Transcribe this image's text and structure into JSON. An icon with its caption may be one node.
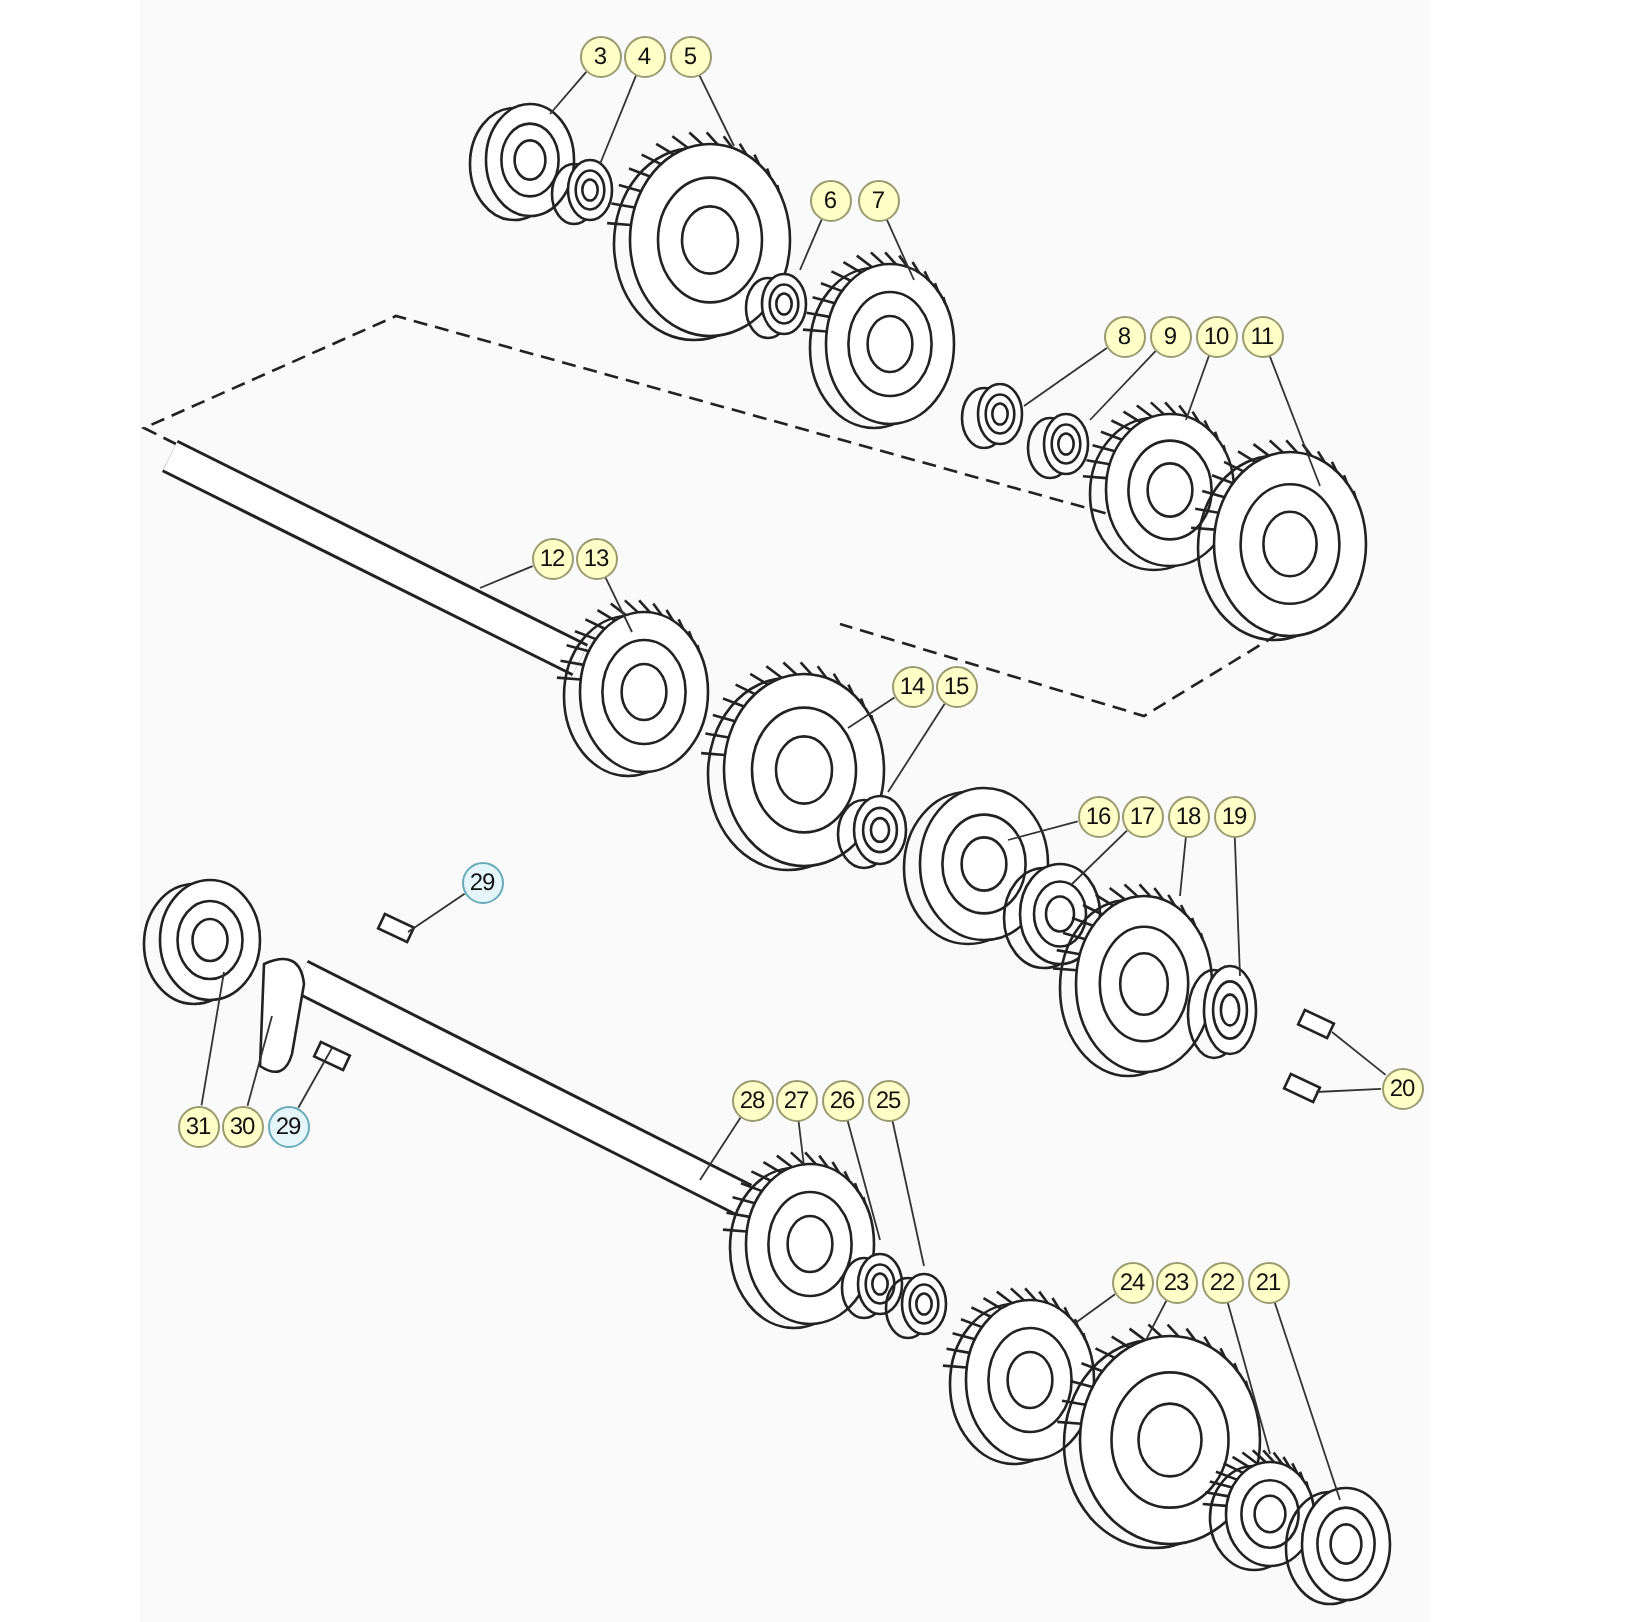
{
  "diagram": {
    "nodes": [
      {
        "text": [
          "3"
        ]
      },
      {
        "text": [
          "4"
        ]
      },
      {
        "text": [
          "5"
        ]
      },
      {
        "text": [
          "6"
        ]
      },
      {
        "text": [
          "7"
        ]
      },
      {
        "text": [
          "8"
        ]
      },
      {
        "text": [
          "9"
        ]
      },
      {
        "text": [
          "10"
        ]
      },
      {
        "text": [
          "11"
        ]
      },
      {
        "text": [
          "12"
        ]
      },
      {
        "text": [
          "13"
        ]
      },
      {
        "text": [
          "14"
        ]
      },
      {
        "text": [
          "15"
        ]
      },
      {
        "text": [
          "16"
        ]
      },
      {
        "text": [
          "17"
        ]
      },
      {
        "text": [
          "18"
        ]
      },
      {
        "text": [
          "19"
        ]
      },
      {
        "text": [
          "29"
        ]
      },
      {
        "text": [
          "20"
        ]
      },
      {
        "text": [
          "31"
        ]
      },
      {
        "text": [
          "30"
        ]
      },
      {
        "text": [
          "29"
        ]
      },
      {
        "text": [
          "28"
        ]
      },
      {
        "text": [
          "27"
        ]
      },
      {
        "text": [
          "26"
        ]
      },
      {
        "text": [
          "25"
        ]
      },
      {
        "text": [
          "24"
        ]
      },
      {
        "text": [
          "23"
        ]
      },
      {
        "text": [
          "22"
        ]
      },
      {
        "text": [
          "21"
        ]
      }
    ],
    "edges": [
      {
        "from": 0,
        "to": null,
        "arrow": "none"
      },
      {
        "from": 1,
        "to": null,
        "arrow": "none"
      },
      {
        "from": 2,
        "to": null,
        "arrow": "none"
      },
      {
        "from": 3,
        "to": null,
        "arrow": "none"
      },
      {
        "from": 4,
        "to": null,
        "arrow": "none"
      },
      {
        "from": 5,
        "to": null,
        "arrow": "none"
      },
      {
        "from": 6,
        "to": null,
        "arrow": "none"
      },
      {
        "from": 7,
        "to": null,
        "arrow": "none"
      },
      {
        "from": 8,
        "to": null,
        "arrow": "none"
      },
      {
        "from": 9,
        "to": null,
        "arrow": "none"
      },
      {
        "from": 10,
        "to": null,
        "arrow": "none"
      },
      {
        "from": 11,
        "to": null,
        "arrow": "none"
      },
      {
        "from": 12,
        "to": null,
        "arrow": "none"
      },
      {
        "from": 13,
        "to": null,
        "arrow": "none"
      },
      {
        "from": 14,
        "to": null,
        "arrow": "none"
      },
      {
        "from": 15,
        "to": null,
        "arrow": "none"
      },
      {
        "from": 16,
        "to": null,
        "arrow": "none"
      },
      {
        "from": 17,
        "to": null,
        "arrow": "none"
      },
      {
        "from": 18,
        "to": null,
        "arrow": "none"
      },
      {
        "from": 18,
        "to": null,
        "arrow": "none"
      },
      {
        "from": 19,
        "to": null,
        "arrow": "none"
      },
      {
        "from": 20,
        "to": null,
        "arrow": "none"
      },
      {
        "from": 21,
        "to": null,
        "arrow": "none"
      },
      {
        "from": 22,
        "to": null,
        "arrow": "none"
      },
      {
        "from": 23,
        "to": null,
        "arrow": "none"
      },
      {
        "from": 24,
        "to": null,
        "arrow": "none"
      },
      {
        "from": 25,
        "to": null,
        "arrow": "none"
      },
      {
        "from": 26,
        "to": null,
        "arrow": "none"
      },
      {
        "from": 27,
        "to": null,
        "arrow": "none"
      },
      {
        "from": 28,
        "to": null,
        "arrow": "none"
      },
      {
        "from": 29,
        "to": null,
        "arrow": "none"
      }
    ]
  }
}
